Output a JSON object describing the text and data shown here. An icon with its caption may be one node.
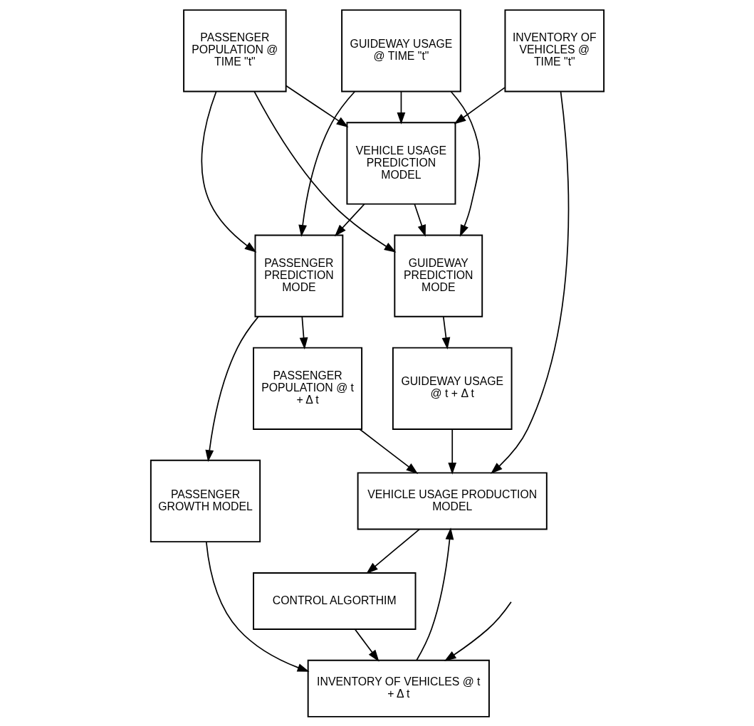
{
  "diagram": {
    "nodes": [
      {
        "text": [
          "PASSENGER POPULATION @ TIME \"t\""
        ]
      },
      {
        "text": [
          "GUIDEWAY USAGE @ TIME \"t\""
        ]
      },
      {
        "text": [
          "VEHICLE USAGE PREDICTION MODEL"
        ]
      },
      {
        "text": [
          "PASSENGER PREDICTION MODE"
        ]
      },
      {
        "text": [
          "GUIDEWAY PREDICTION MODE"
        ]
      },
      {
        "text": [
          "INVENTORY OF VEHICLES @ TIME \"t\""
        ]
      },
      {
        "text": [
          "PASSENGER POPULATION @ t + Δ t"
        ]
      },
      {
        "text": [
          "GUIDEWAY USAGE @ t + Δ t"
        ]
      },
      {
        "text": [
          "VEHICLE USAGE PRODUCTION MODEL"
        ]
      },
      {
        "text": [
          "CONTROL ALGORTHIM"
        ]
      },
      {
        "text": [
          "PASSENGER GROWTH MODEL"
        ]
      },
      {
        "text": [
          "INVENTORY OF VEHICLES @ t + Δ t"
        ]
      }
    ],
    "edges": [
      {
        "from": 0,
        "to": 2,
        "arrow": "to"
      },
      {
        "from": 1,
        "to": 2,
        "arrow": "to"
      },
      {
        "from": 5,
        "to": 2,
        "arrow": "to"
      },
      {
        "from": 0,
        "to": 3,
        "arrow": "to"
      },
      {
        "from": 2,
        "to": 3,
        "arrow": "to"
      },
      {
        "from": 1,
        "to": 3,
        "arrow": "to"
      },
      {
        "from": 0,
        "to": 4,
        "arrow": "to"
      },
      {
        "from": 1,
        "to": 4,
        "arrow": "to"
      },
      {
        "from": 2,
        "to": 4,
        "arrow": "to"
      },
      {
        "from": 3,
        "to": 6,
        "arrow": "to"
      },
      {
        "from": 4,
        "to": 7,
        "arrow": "to"
      },
      {
        "from": 7,
        "to": 8,
        "arrow": "to"
      },
      {
        "from": 6,
        "to": 8,
        "arrow": "to"
      },
      {
        "from": 5,
        "to": 8,
        "arrow": "to"
      },
      {
        "from": 3,
        "to": 10,
        "arrow": "to"
      },
      {
        "from": 8,
        "to": 9,
        "arrow": "to"
      },
      {
        "from": 9,
        "to": 11,
        "arrow": "to"
      },
      {
        "from": 10,
        "to": 11,
        "arrow": "to"
      },
      {
        "from": 11,
        "to": 8,
        "arrow": "to"
      },
      {
        "from": null,
        "to": 11,
        "arrow": "to"
      }
    ]
  }
}
